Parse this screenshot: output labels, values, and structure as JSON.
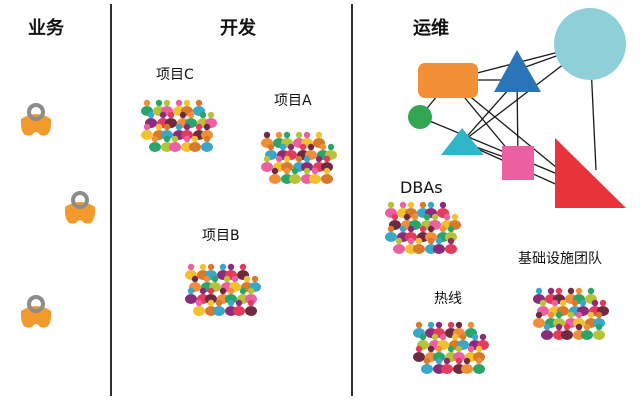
{
  "columns": {
    "business": {
      "title": "业务"
    },
    "dev": {
      "title": "开发"
    },
    "ops": {
      "title": "运维"
    }
  },
  "labels": {
    "project_c": "项目C",
    "project_a": "项目A",
    "project_b": "项目B",
    "dbas": "DBAs",
    "infra_team": "基础设施团队",
    "hotline": "热线"
  },
  "colors": {
    "person_body": "#f39a2d",
    "person_head": "#8c8c8c",
    "divider": "#2f2f2f",
    "orange_rect": "#f39035",
    "blue_triangle": "#2a74b8",
    "cyan_circle": "#8fd0d8",
    "green_circle": "#33a652",
    "cyan_triangle": "#31b6c9",
    "pink_square": "#ec5fa0",
    "red_triangle": "#e8333a",
    "crowd_palette": [
      "#e23b5b",
      "#2aa56a",
      "#f2c12e",
      "#8c2b7a",
      "#f08f3a",
      "#ec5fa0",
      "#3aa7c8",
      "#6e2a3e",
      "#b6c33a",
      "#d97a2b"
    ]
  }
}
